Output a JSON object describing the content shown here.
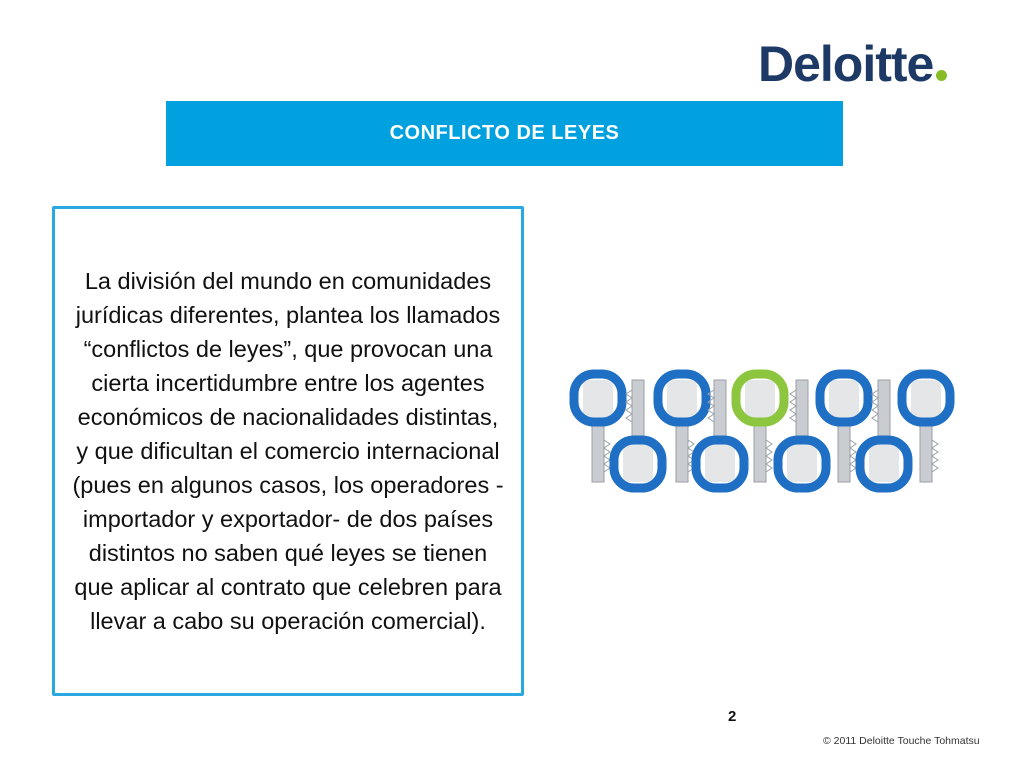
{
  "brand": {
    "name": "Deloitte",
    "accent_color": "#86bc25",
    "primary_color": "#1d3a66"
  },
  "header": {
    "title": "CONFLICTO DE LEYES",
    "bar_color": "#00a1de"
  },
  "main": {
    "body_text": "La división del mundo en comunidades jurídicas diferentes, plantea los llamados “conflictos de leyes”, que provocan una cierta incertidumbre entre los agentes económicos de nacionalidades distintas, y que dificultan el comercio internacional (pues en algunos casos, los operadores - importador y exportador- de dos países distintos no saben qué leyes se tienen que aplicar al contrato que celebren para llevar a cabo su operación comercial).",
    "box_border_color": "#29a9e1"
  },
  "image": {
    "key_colors": {
      "blue": "#1f6fc4",
      "green": "#8cc63f",
      "metal": "#c9cdd1"
    }
  },
  "footer": {
    "page_number": "2",
    "copyright": "© 2011 Deloitte Touche Tohmatsu"
  }
}
